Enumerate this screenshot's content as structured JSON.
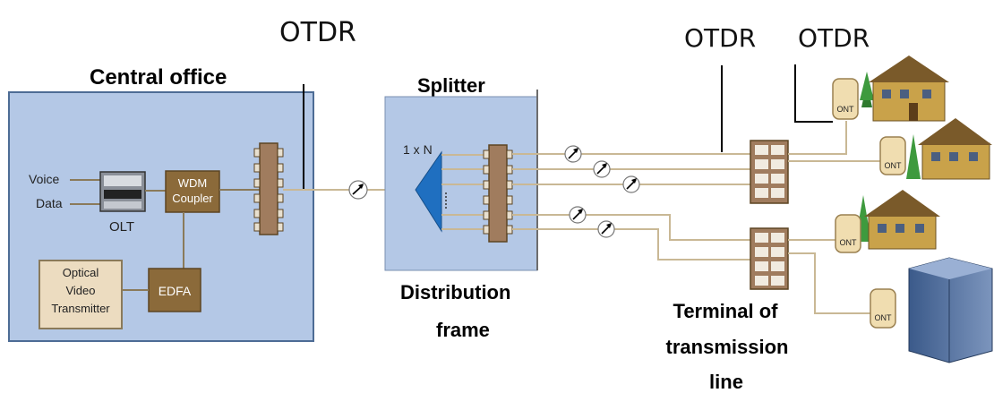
{
  "labels": {
    "otdr_1": "OTDR",
    "otdr_2": "OTDR",
    "otdr_3": "OTDR",
    "central_office": "Central office",
    "splitter": "Splitter",
    "distribution_frame_line1": "Distribution",
    "distribution_frame_line2": "frame",
    "terminal_line1": "Terminal of",
    "terminal_line2": "transmission",
    "terminal_line3": "line"
  },
  "central_office": {
    "voice": "Voice",
    "data": "Data",
    "olt": "OLT",
    "wdm_line1": "WDM",
    "wdm_line2": "Coupler",
    "edfa": "EDFA",
    "ovt_line1": "Optical",
    "ovt_line2": "Video",
    "ovt_line3": "Transmitter"
  },
  "splitter_ratio": "1 x N",
  "ont_label": "ONT",
  "colors": {
    "office_fill": "#b4c8e6",
    "box_brown": "#8b6a3a",
    "connector": "#a07c5e",
    "splitter_blue": "#1f6fc0",
    "fiber": "#c9b895"
  }
}
